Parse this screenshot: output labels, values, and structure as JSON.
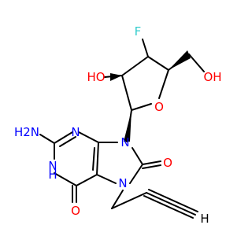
{
  "molecule": {
    "atoms": {
      "fluorine": {
        "label": "F",
        "color": "#33cccc"
      },
      "hydroxyl_ring": {
        "label": "HO",
        "color": "#ff0000"
      },
      "hydroxyl_chain": {
        "label": "OH",
        "color": "#ff0000"
      },
      "ring_oxygen": {
        "label": "O",
        "color": "#ff0000"
      },
      "amine": {
        "label": "H2N",
        "color": "#0000ff"
      },
      "n_top": {
        "label": "N",
        "color": "#0000ff"
      },
      "n9": {
        "label": "N",
        "color": "#0000ff"
      },
      "n1": {
        "label": "H",
        "color": "#0000ff"
      },
      "n1_n": {
        "label": "N",
        "color": "#0000ff"
      },
      "n7": {
        "label": "N",
        "color": "#0000ff"
      },
      "carbonyl_c8": {
        "label": "O",
        "color": "#ff0000"
      },
      "carbonyl_c6": {
        "label": "O",
        "color": "#ff0000"
      },
      "terminal_h": {
        "label": "H",
        "color": "#000000"
      }
    }
  }
}
